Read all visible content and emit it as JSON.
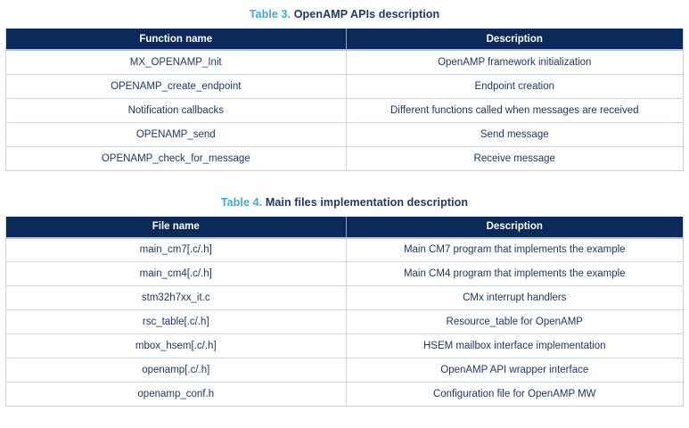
{
  "document": {
    "tables": [
      {
        "id": "table-3",
        "caption_label": "Table 3.",
        "caption_text": "OpenAMP APIs description",
        "columns": [
          "Function name",
          "Description"
        ],
        "rows": [
          [
            "MX_OPENAMP_Init",
            "OpenAMP framework initialization"
          ],
          [
            "OPENAMP_create_endpoint",
            "Endpoint creation"
          ],
          [
            "Notification callbacks",
            "Different functions called when messages are received"
          ],
          [
            "OPENAMP_send",
            "Send message"
          ],
          [
            "OPENAMP_check_for_message",
            "Receive message"
          ]
        ]
      },
      {
        "id": "table-4",
        "caption_label": "Table 4.",
        "caption_text": "Main files implementation description",
        "columns": [
          "File name",
          "Description"
        ],
        "rows": [
          [
            "main_cm7[.c/.h]",
            "Main CM7 program that implements the example"
          ],
          [
            "main_cm4[.c/.h]",
            "Main CM4 program that implements the example"
          ],
          [
            "stm32h7xx_it.c",
            "CMx interrupt handlers"
          ],
          [
            "rsc_table[.c/.h]",
            "Resource_table for OpenAMP"
          ],
          [
            "mbox_hsem[.c/.h]",
            "HSEM mailbox interface implementation"
          ],
          [
            "openamp[.c/.h]",
            "OpenAMP API wrapper interface"
          ],
          [
            "openamp_conf.h",
            "Configuration file for OpenAMP MW"
          ]
        ]
      }
    ]
  },
  "colors": {
    "caption_label": "#41a7de",
    "caption_text": "#1f3864",
    "header_background": "#0c2a59",
    "header_text": "#ffffff",
    "cell_text": "#1f3864",
    "border": "#cfd7e1",
    "page_background": "#ffffff"
  }
}
